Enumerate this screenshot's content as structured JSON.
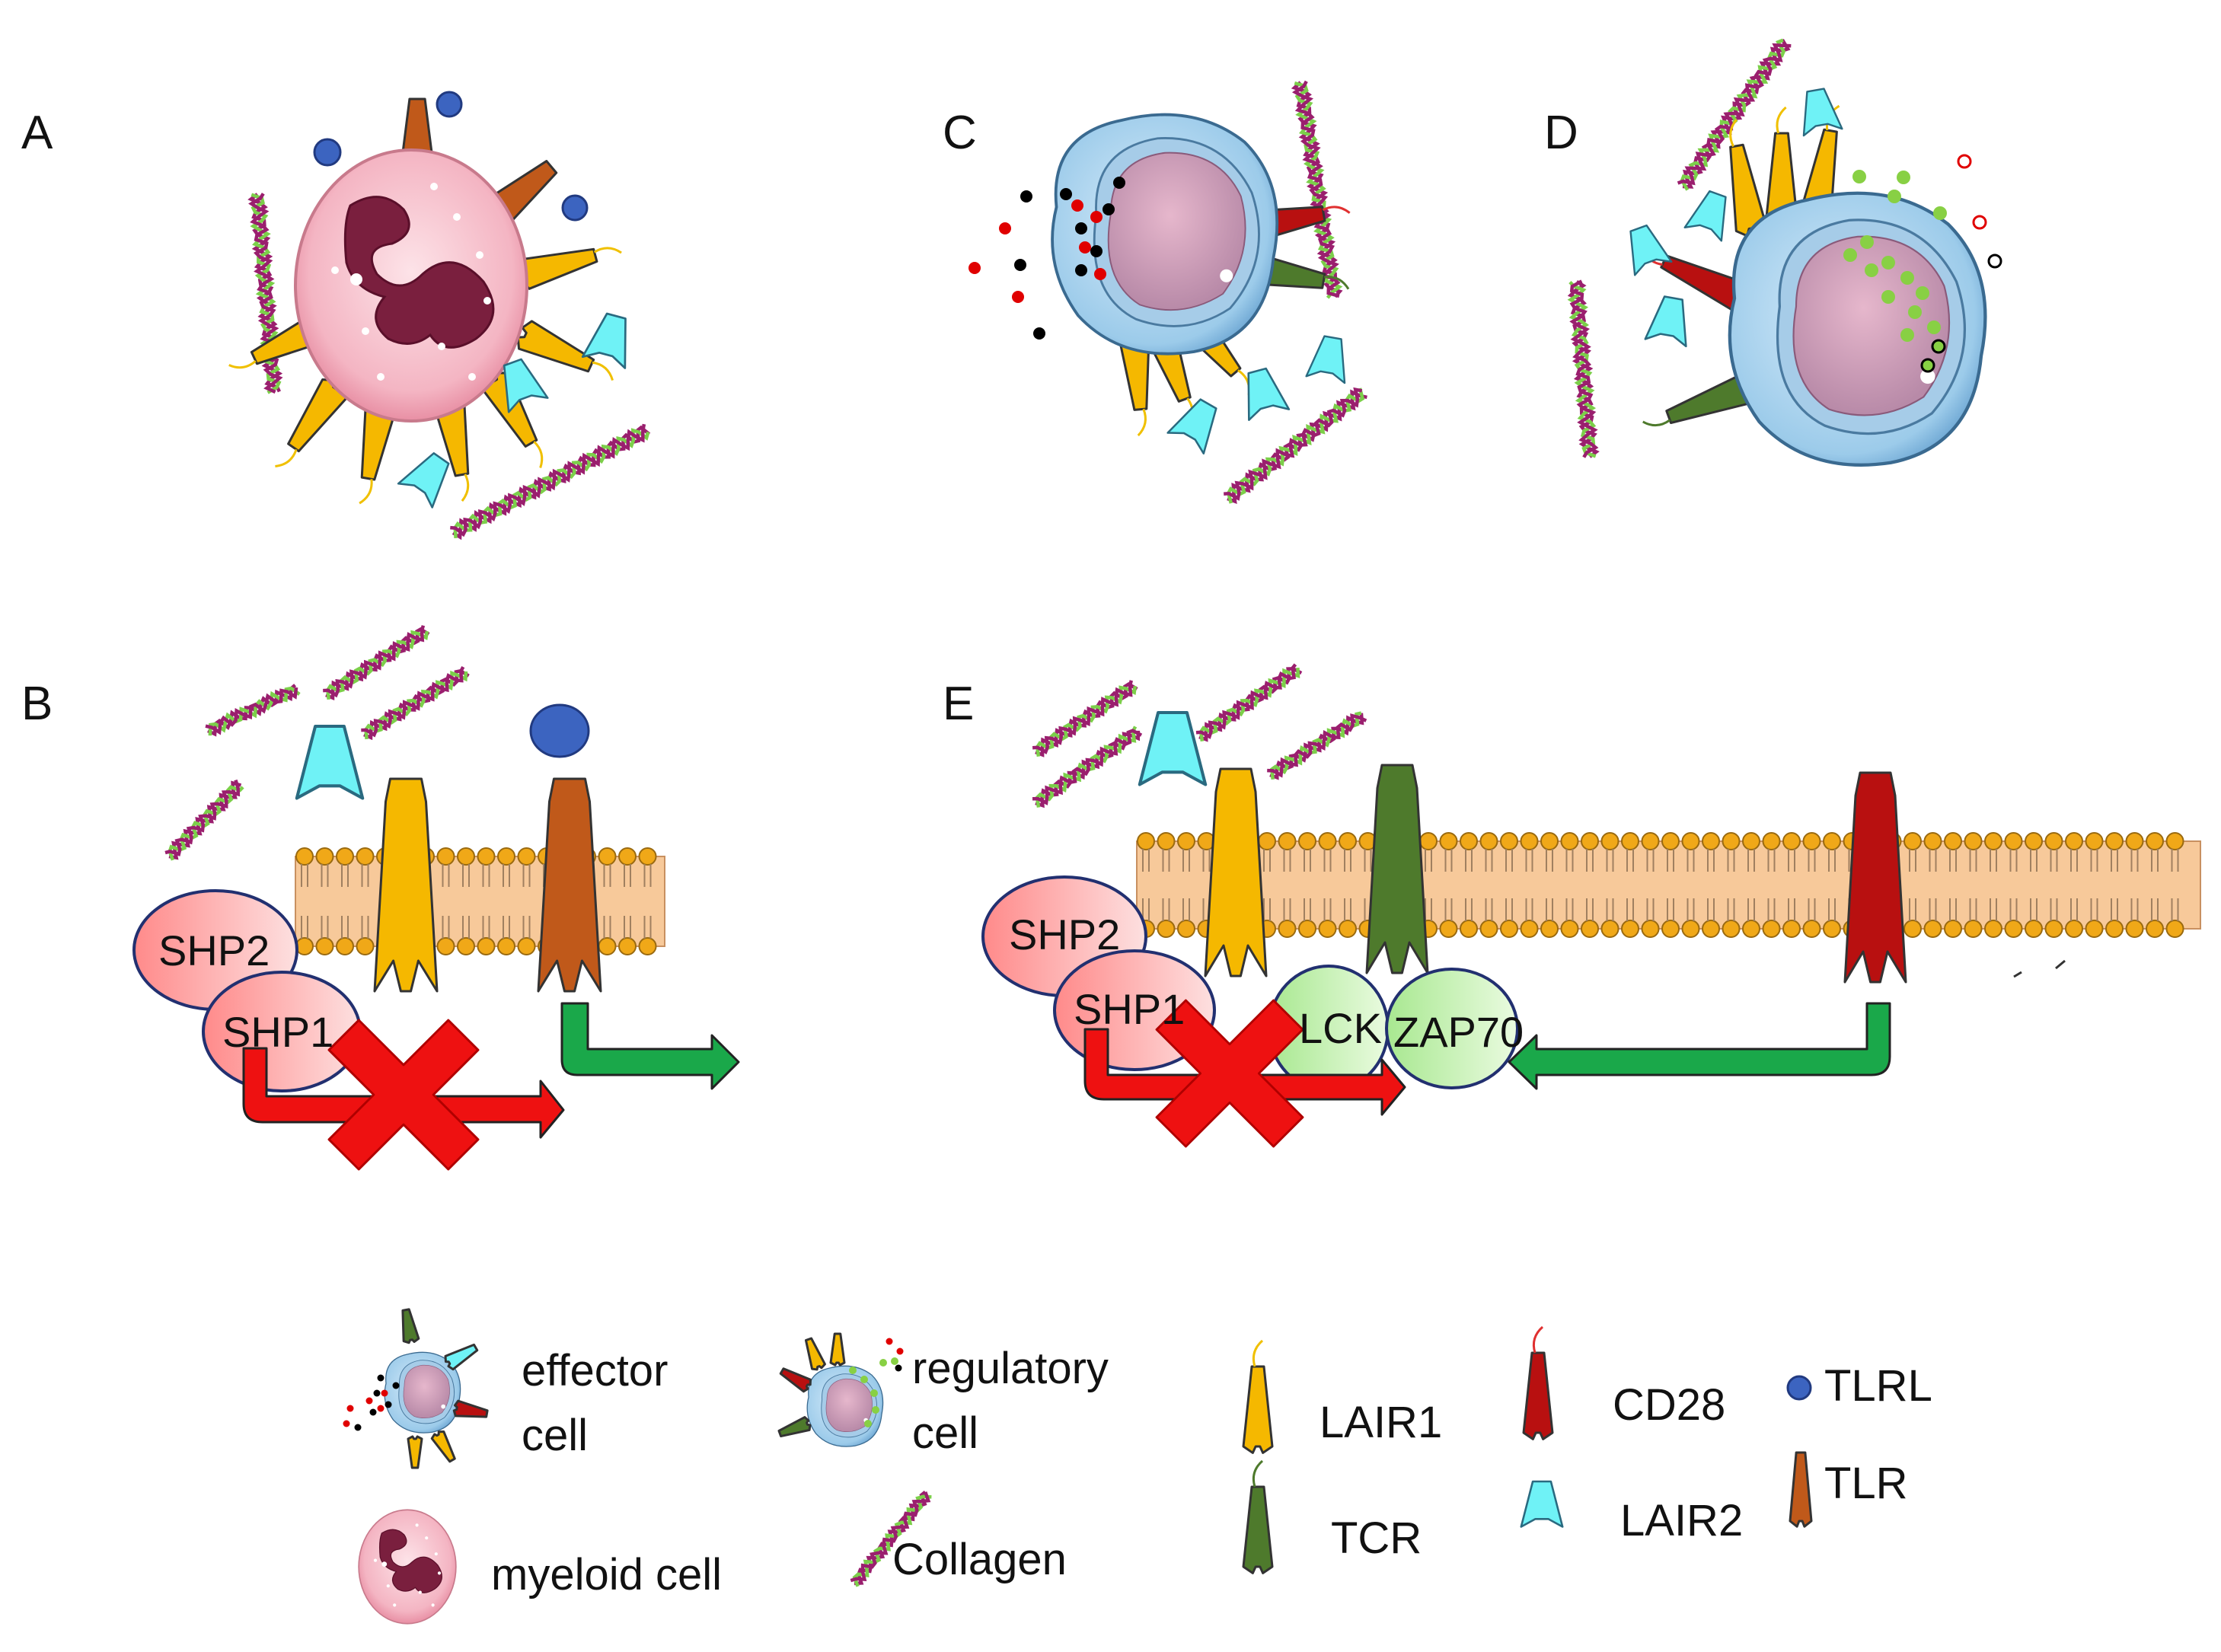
{
  "panels": {
    "a": "A",
    "b": "B",
    "c": "C",
    "d": "D",
    "e": "E"
  },
  "proteins": {
    "shp2": "SHP2",
    "shp1": "SHP1",
    "lck": "LCK",
    "zap70": "ZAP70"
  },
  "legend": {
    "effector_line1": "effector",
    "effector_line2": "cell",
    "regulatory_line1": "regulatory",
    "regulatory_line2": "cell",
    "myeloid": "myeloid cell",
    "collagen": "Collagen",
    "lair1": "LAIR1",
    "tcr": "TCR",
    "cd28": "CD28",
    "lair2": "LAIR2",
    "tlrl": "TLRL",
    "tlr": "TLR"
  },
  "colors": {
    "lair1": "#f5b800",
    "tlr": "#c0591a",
    "tcr": "#4e7a2c",
    "cd28": "#b81010",
    "lair2": "#6ff2f6",
    "tlrl": "#3c64c0",
    "membrane": "#f7c99a",
    "lipid_head": "#f0a818",
    "phosphatase": "#f08e8e",
    "kinase": "#c8f0a8",
    "inhibit": "#ee1111",
    "activate": "#1aa84a",
    "collagen_a": "#9a1f6e",
    "collagen_b": "#7ccf4a"
  }
}
